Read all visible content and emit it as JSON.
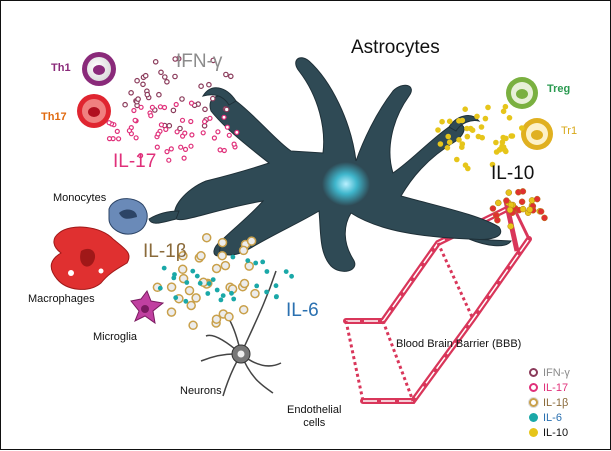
{
  "diagram": {
    "title": "Astrocytes",
    "cells": {
      "th1": "Th1",
      "th17": "Th17",
      "treg": "Treg",
      "tr1": "Tr1",
      "monocytes": "Monocytes",
      "macrophages": "Macrophages",
      "microglia": "Microglia",
      "neurons": "Neurons",
      "endothelial": "Endothelial\ncells",
      "bbb": "Blood Brain Barrier (BBB)"
    },
    "cytokines": {
      "ifng": "IFN-γ",
      "il17": "IL-17",
      "il1b": "IL-1β",
      "il6": "IL-6",
      "il10": "IL-10"
    },
    "legend": [
      {
        "label": "IFN-γ",
        "color": "#8a3a5a",
        "style": "ring"
      },
      {
        "label": "IL-17",
        "color": "#e0307a",
        "style": "ring"
      },
      {
        "label": "IL-1β",
        "color": "#c9a04a",
        "style": "halo"
      },
      {
        "label": "IL-6",
        "color": "#1aa8a8",
        "style": "solid"
      },
      {
        "label": "IL-10",
        "color": "#e6c51a",
        "style": "solid"
      }
    ],
    "colors": {
      "astrocyte": "#2f4a55",
      "nucleus": "#3fb6cc",
      "vessel": "#d9365a",
      "th1": "#8a2a7a",
      "th17": "#e02530",
      "treg": "#7ab040",
      "tr1": "#e0b020",
      "macrophage": "#e03030",
      "monocyte": "#6a8ab8",
      "microglia": "#c040a0"
    }
  }
}
